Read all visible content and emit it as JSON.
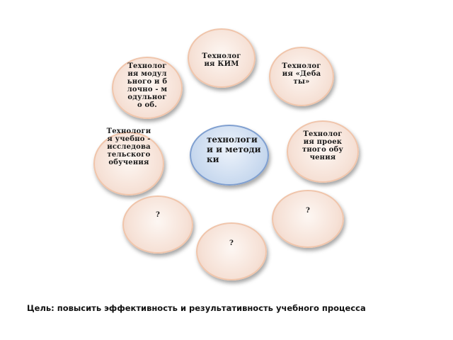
{
  "center": {
    "label": "технологии и методики"
  },
  "nodes": [
    {
      "id": "kim",
      "label": "Технология КИМ"
    },
    {
      "id": "debates",
      "label": "Технология «Дебаты»"
    },
    {
      "id": "modular",
      "label": "Технология модульного и блочно - модульного об."
    },
    {
      "id": "project",
      "label": "Технология проектного обучения"
    },
    {
      "id": "research",
      "label": "Технология учебно - исследовательского обучения"
    },
    {
      "id": "unknown-1",
      "label": "?"
    },
    {
      "id": "unknown-2",
      "label": "?"
    },
    {
      "id": "unknown-3",
      "label": "?"
    }
  ],
  "goal": "Цель: повысить эффективность и результативность учебного процесса"
}
